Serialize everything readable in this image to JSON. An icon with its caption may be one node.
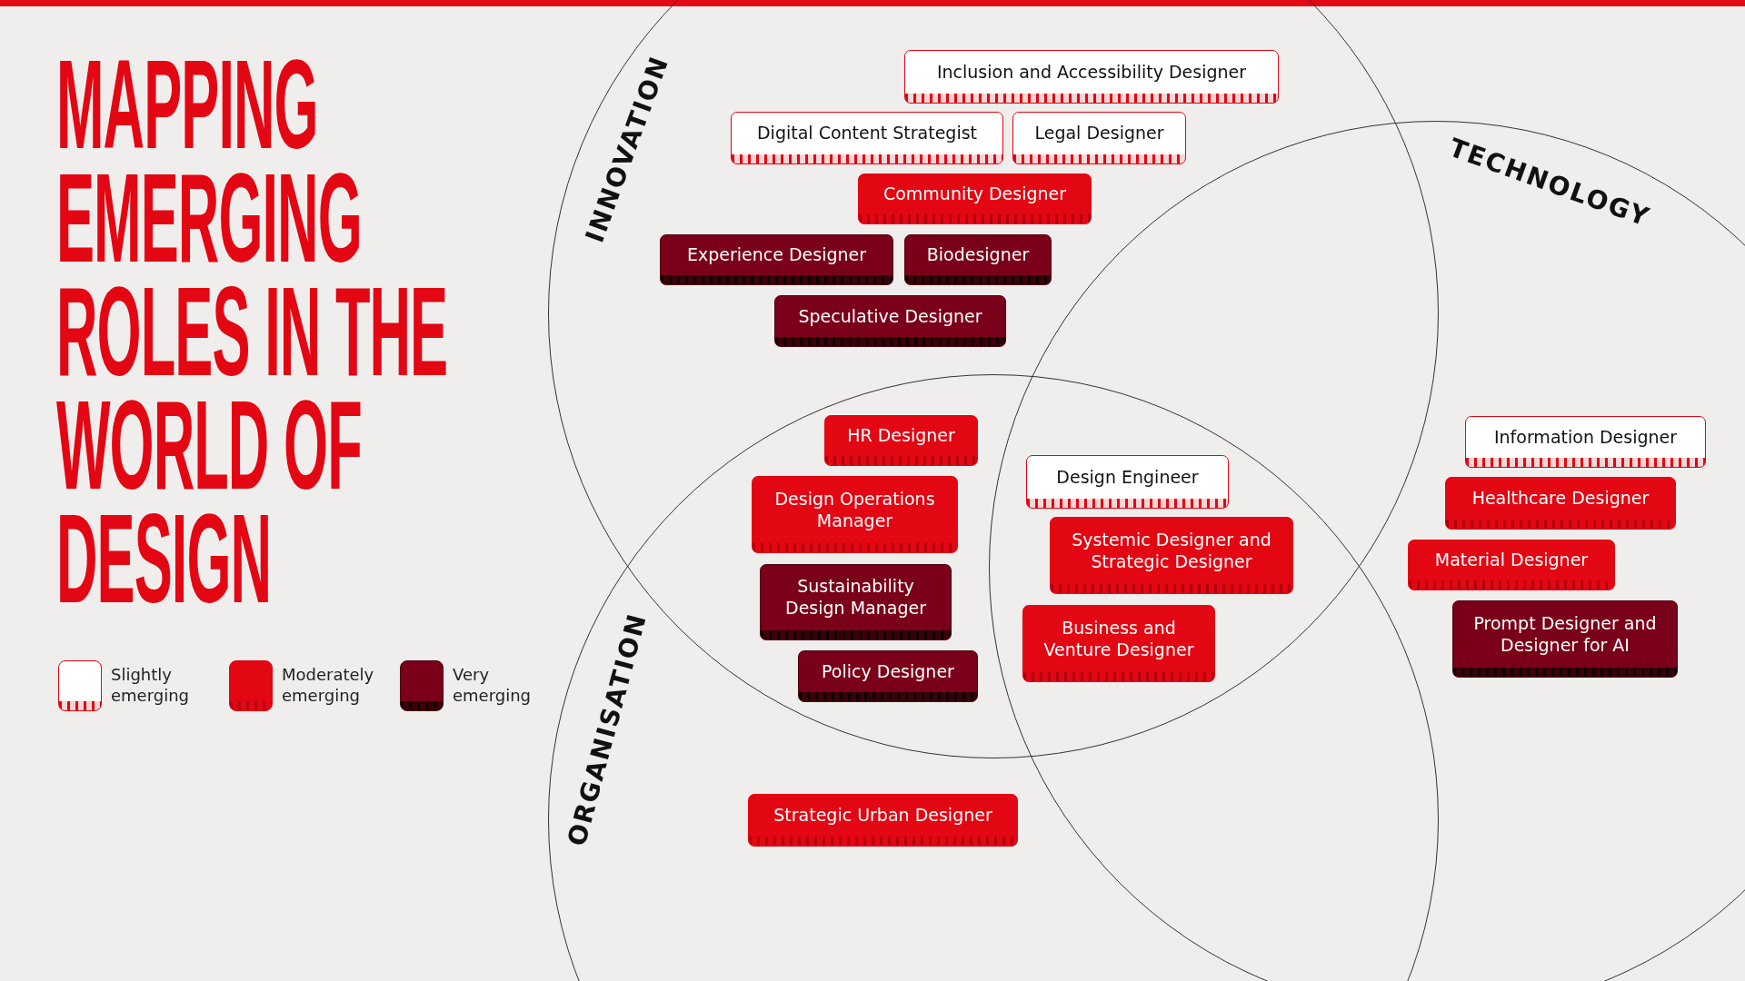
{
  "diagram": {
    "title": "MAPPING EMERGING ROLES IN THE WORLD OF DESIGN",
    "nodes": [
      {
        "text": [
          "INNOVATION"
        ]
      },
      {
        "text": [
          "TECHNOLOGY"
        ]
      },
      {
        "text": [
          "ORGANISATION"
        ]
      },
      {
        "text": [
          "Inclusion and Accessibility Designer"
        ],
        "in": 0
      },
      {
        "text": [
          "Digital Content Strategist"
        ],
        "in": 0
      },
      {
        "text": [
          "Legal Designer"
        ],
        "in": 0
      },
      {
        "text": [
          "Community Designer"
        ],
        "in": 0
      },
      {
        "text": [
          "Experience Designer"
        ],
        "in": 0
      },
      {
        "text": [
          "Biodesigner"
        ],
        "in": 0
      },
      {
        "text": [
          "Speculative Designer"
        ],
        "in": 0
      },
      {
        "text": [
          "HR Designer"
        ]
      },
      {
        "text": [
          "Design Operations Manager"
        ]
      },
      {
        "text": [
          "Sustainability Design Manager"
        ]
      },
      {
        "text": [
          "Policy Designer"
        ]
      },
      {
        "text": [
          "Design Engineer"
        ]
      },
      {
        "text": [
          "Systemic Designer and Strategic Designer"
        ]
      },
      {
        "text": [
          "Business and Venture Designer"
        ]
      },
      {
        "text": [
          "Information Designer"
        ],
        "in": 1
      },
      {
        "text": [
          "Healthcare Designer"
        ],
        "in": 1
      },
      {
        "text": [
          "Material Designer"
        ],
        "in": 1
      },
      {
        "text": [
          "Prompt Designer and Designer for AI"
        ],
        "in": 1
      },
      {
        "text": [
          "Strategic Urban Designer"
        ],
        "in": 2
      }
    ],
    "legend": [
      {
        "text": "Slightly emerging",
        "color": "#ffffff"
      },
      {
        "text": "Moderately emerging",
        "color": "#e30613"
      },
      {
        "text": "Very emerging",
        "color": "#7a0019"
      }
    ]
  }
}
